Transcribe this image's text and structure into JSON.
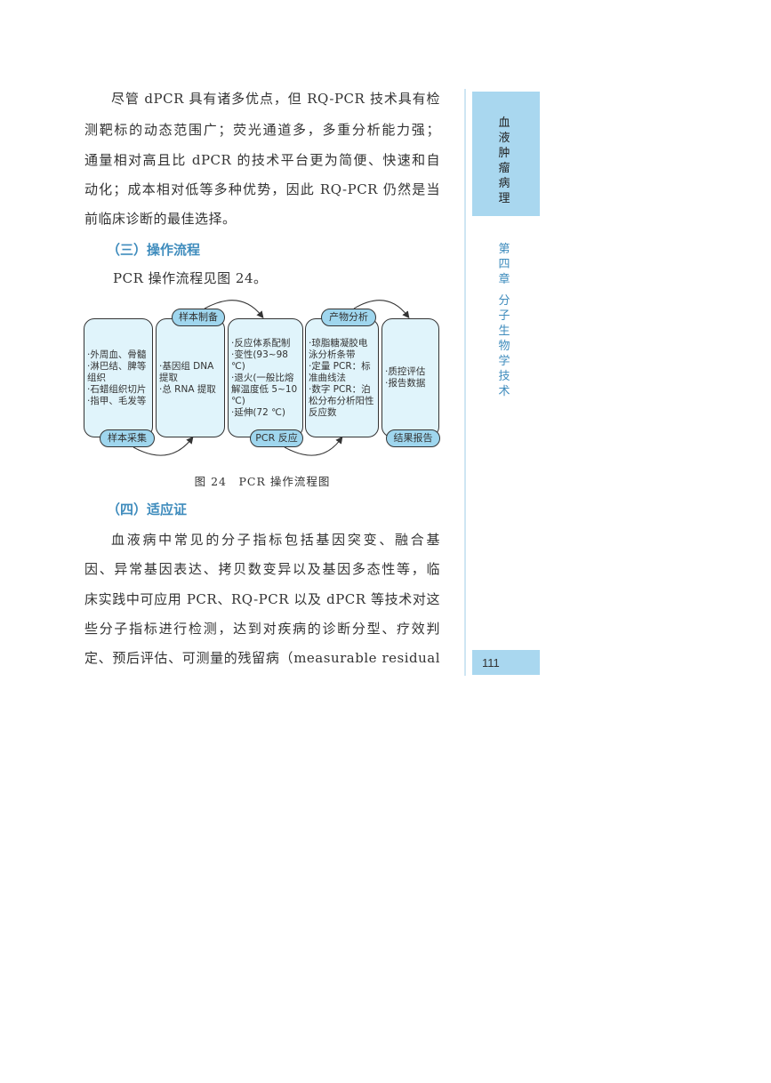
{
  "paragraph1": [
    "尽管 dPCR 具有诸多优点，但 RQ-PCR 技术具有检",
    "测靶标的动态范围广；荧光通道多，多重分析能力强；",
    "通量相对高且比 dPCR 的技术平台更为简便、快速和自",
    "动化；成本相对低等多种优势，因此 RQ-PCR 仍然是当",
    "前临床诊断的最佳选择。"
  ],
  "heading3": "（三）操作流程",
  "paragraph2": "PCR 操作流程见图 24。",
  "diagram": {
    "boxes": [
      {
        "tag": "样本采集",
        "items": [
          "·外周血、骨髓",
          "·淋巴结、脾等组织",
          "·石蜡组织切片",
          "·指甲、毛发等"
        ]
      },
      {
        "tag": "样本制备",
        "items": [
          "·基因组 DNA 提取",
          "·总 RNA 提取"
        ]
      },
      {
        "tag": "PCR 反应",
        "items": [
          "·反应体系配制",
          "·变性(93~98 ℃)",
          "·退火(一般比熔解温度低 5~10 ℃)",
          "·延伸(72 ℃)"
        ]
      },
      {
        "tag": "产物分析",
        "items": [
          "·琼脂糖凝胶电泳分析条带",
          "·定量 PCR：标准曲线法",
          "·数字 PCR：泊松分布分析阳性反应数"
        ]
      },
      {
        "tag": "结果报告",
        "items": [
          "·质控评估",
          "·报告数据"
        ]
      }
    ]
  },
  "caption": "图 24　PCR 操作流程图",
  "heading4": "（四）适应证",
  "paragraph3": [
    "血液病中常见的分子指标包括基因突变、融合基",
    "因、异常基因表达、拷贝数变异以及基因多态性等，临",
    "床实践中可应用 PCR、RQ-PCR 以及 dPCR 等技术对这",
    "些分子指标进行检测，达到对疾病的诊断分型、疗效判",
    "定、预后评估、可测量的残留病（measurable residual"
  ],
  "sidebar": {
    "book": "血液肿瘤病理",
    "chapter": "第四章",
    "chapter_title": "分子生物学技术"
  },
  "page_number": "111",
  "colors": {
    "accent": "#3f8cbd",
    "tab": "#a9d7ef",
    "box": "#e0f4fb",
    "tag": "#9fd6ee"
  }
}
